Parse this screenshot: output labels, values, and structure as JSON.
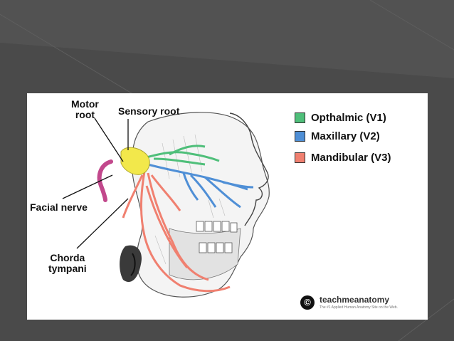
{
  "labels": {
    "motor_root": "Motor\nroot",
    "sensory_root": "Sensory root",
    "facial_nerve": "Facial nerve",
    "chorda_tympani": "Chorda\ntympani"
  },
  "legend": [
    {
      "label": "Opthalmic (V1)",
      "color": "#4fbf7a"
    },
    {
      "label": "Maxillary (V2)",
      "color": "#4f8fd6"
    },
    {
      "label": "Mandibular (V3)",
      "color": "#f08070"
    }
  ],
  "colors": {
    "ganglion": "#f2e84b",
    "facial_nerve": "#c2488c",
    "background": "#4a4a4a"
  },
  "watermark": {
    "name": "teachmeanatomy",
    "tagline": "The #1 Applied Human Anatomy Site on the Web.",
    "icon": "copyright-icon"
  }
}
